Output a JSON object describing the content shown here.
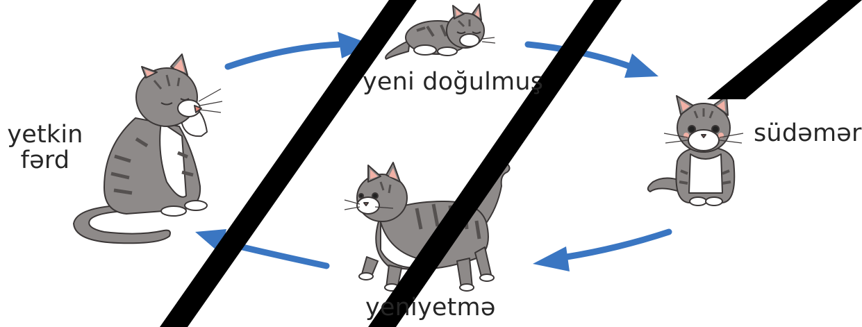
{
  "diagram": {
    "stages": {
      "newborn": "yeni doğulmuş",
      "kitten": "südəmər",
      "teen": "yeniyetmə",
      "adult_line1": "yetkin",
      "adult_line2": "fərd"
    },
    "colors": {
      "arrow": "#3a76c2",
      "cat_fur": "#8e8a89",
      "cat_stripe": "#555150",
      "cat_white": "#ffffff",
      "cat_ear_inner": "#f2b1a6",
      "outline": "#3a3636",
      "watermark": "#000000"
    }
  }
}
